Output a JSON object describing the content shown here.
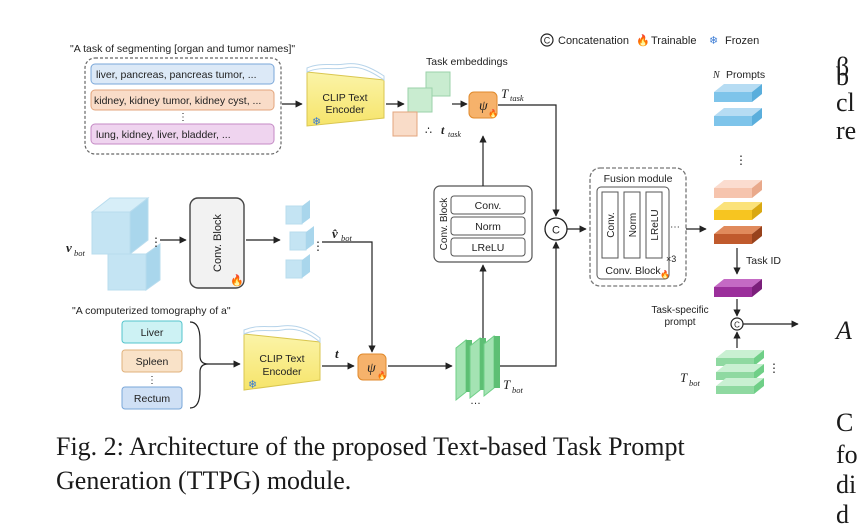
{
  "legend": {
    "concatenation": "Concatenation",
    "trainable": "Trainable",
    "frozen": "Frozen"
  },
  "top_prompt_template": "\"A task of segmenting [organ and tumor names]\"",
  "task_lists": [
    "liver, pancreas, pancreas tumor, ...",
    "kidney, kidney tumor, kidney cyst, ...",
    "lung, kidney, liver, bladder, ..."
  ],
  "clip_encoder_label_top": [
    "CLIP Text",
    "Encoder"
  ],
  "clip_encoder_label_bottom": [
    "CLIP Text",
    "Encoder"
  ],
  "task_embeddings_label": "Task embeddings",
  "t_task_label": "t",
  "t_task_sub": "task",
  "T_task_label": "T",
  "T_task_sub": "task",
  "psi": "ψ",
  "v_bot_label": "v",
  "v_bot_sub": "bot",
  "conv_block_label": "Conv. Block",
  "v_hat_label": "v̂",
  "v_hat_sub": "bot",
  "conv_block_stack": {
    "title": "Conv. Block",
    "layers": [
      "Conv.",
      "Norm",
      "LReLU"
    ]
  },
  "fusion_module": {
    "title": "Fusion module",
    "layers": [
      "Conv.",
      "Norm",
      "LReLU"
    ],
    "footer": "Conv. Block",
    "repeat": "×3"
  },
  "bottom_prompt_template": "\"A computerized tomography of a\"",
  "organs": [
    "Liver",
    "Spleen",
    "Rectum"
  ],
  "t_label": "t",
  "T_bot_label": "T",
  "T_bot_sub": "bot",
  "concat_symbol": "C",
  "n_prompts": "N",
  "n_prompts_suffix": "Prompts",
  "task_id": "Task ID",
  "task_specific_prompt": [
    "Task-specific",
    "prompt"
  ],
  "ellipsis": "...",
  "caption_lines": [
    "Fig. 2: Architecture of the proposed Text-based Task Prompt",
    "Generation (TTPG) module."
  ],
  "right_margin_text": [
    "β",
    "b",
    "cl",
    "re",
    "A",
    "C",
    "fo",
    "di",
    "d"
  ],
  "colors": {
    "blue_item": "#dce9f7",
    "orange_item": "#f9dcc8",
    "pink_item": "#efd4ef",
    "clip_yellow": "#f9ee8a",
    "psi_orange": "#f6b26b",
    "voxel_blue": "#bfe0f0",
    "green": "#8fd9a1",
    "prompt_blue": "#7ec4ea",
    "prompt_peach": "#f6c4ad",
    "prompt_yellow": "#f7c520",
    "prompt_brown": "#c05a2d",
    "prompt_purple": "#9b2f9b"
  }
}
